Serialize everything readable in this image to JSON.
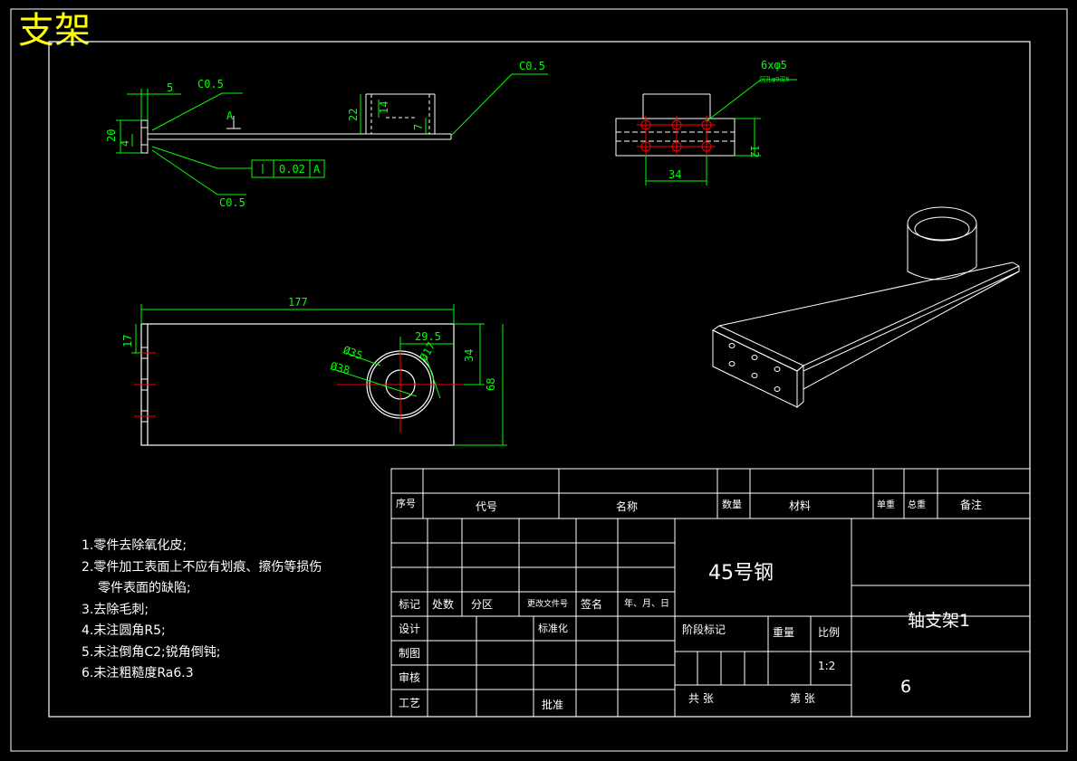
{
  "drawing_title": "支架",
  "notes": [
    "1.零件去除氧化皮;",
    "2.零件加工表面上不应有划痕、擦伤等损伤",
    "零件表面的缺陷;",
    "3.去除毛刺;",
    "4.未注圆角R5;",
    "5.未注倒角C2;锐角倒钝;",
    "6.未注粗糙度Ra6.3"
  ],
  "dimensions": {
    "front": {
      "w5": "5",
      "c05_top": "C0.5",
      "c05_right": "C0.5",
      "c05_bottom": "C0.5",
      "h20": "20",
      "h4": "4",
      "h22": "22",
      "h14": "14",
      "h7": "7",
      "datum": "A",
      "tol_value": "0.02",
      "tol_datum": "A"
    },
    "side": {
      "holes": "6xφ5",
      "holes_note": "沉孔φ9深5",
      "h12": "12",
      "w34": "34"
    },
    "top": {
      "l177": "177",
      "h17": "17",
      "d29_5": "29.5",
      "d35": "Ø35",
      "d17": "Ø17",
      "d38": "Ø38",
      "h34": "34",
      "h68": "68"
    }
  },
  "title_block": {
    "col_seq": "序号",
    "col_code": "代号",
    "col_name": "名称",
    "col_qty": "数量",
    "col_mat": "材料",
    "col_unit_wt": "单重",
    "col_total_wt": "总重",
    "col_remark": "备注",
    "material": "45号钢",
    "part_name": "轴支架1",
    "mark": "标记",
    "count": "处数",
    "zone": "分区",
    "change_doc": "更改文件号",
    "sign": "签名",
    "date": "年、月、日",
    "design": "设计",
    "standard": "标准化",
    "draw": "制图",
    "check": "审核",
    "process": "工艺",
    "approve": "批准",
    "stage": "阶段标记",
    "weight": "重量",
    "scale_label": "比例",
    "scale": "1:2",
    "total_sheets": "共 张",
    "sheet_no": "第 张",
    "drawing_no": "6"
  },
  "colors": {
    "background": "#000000",
    "lines": "#ffffff",
    "dimensions": "#00ff00",
    "centerlines": "#ff0000",
    "title": "#ffff00",
    "holes": "#ff0000"
  }
}
